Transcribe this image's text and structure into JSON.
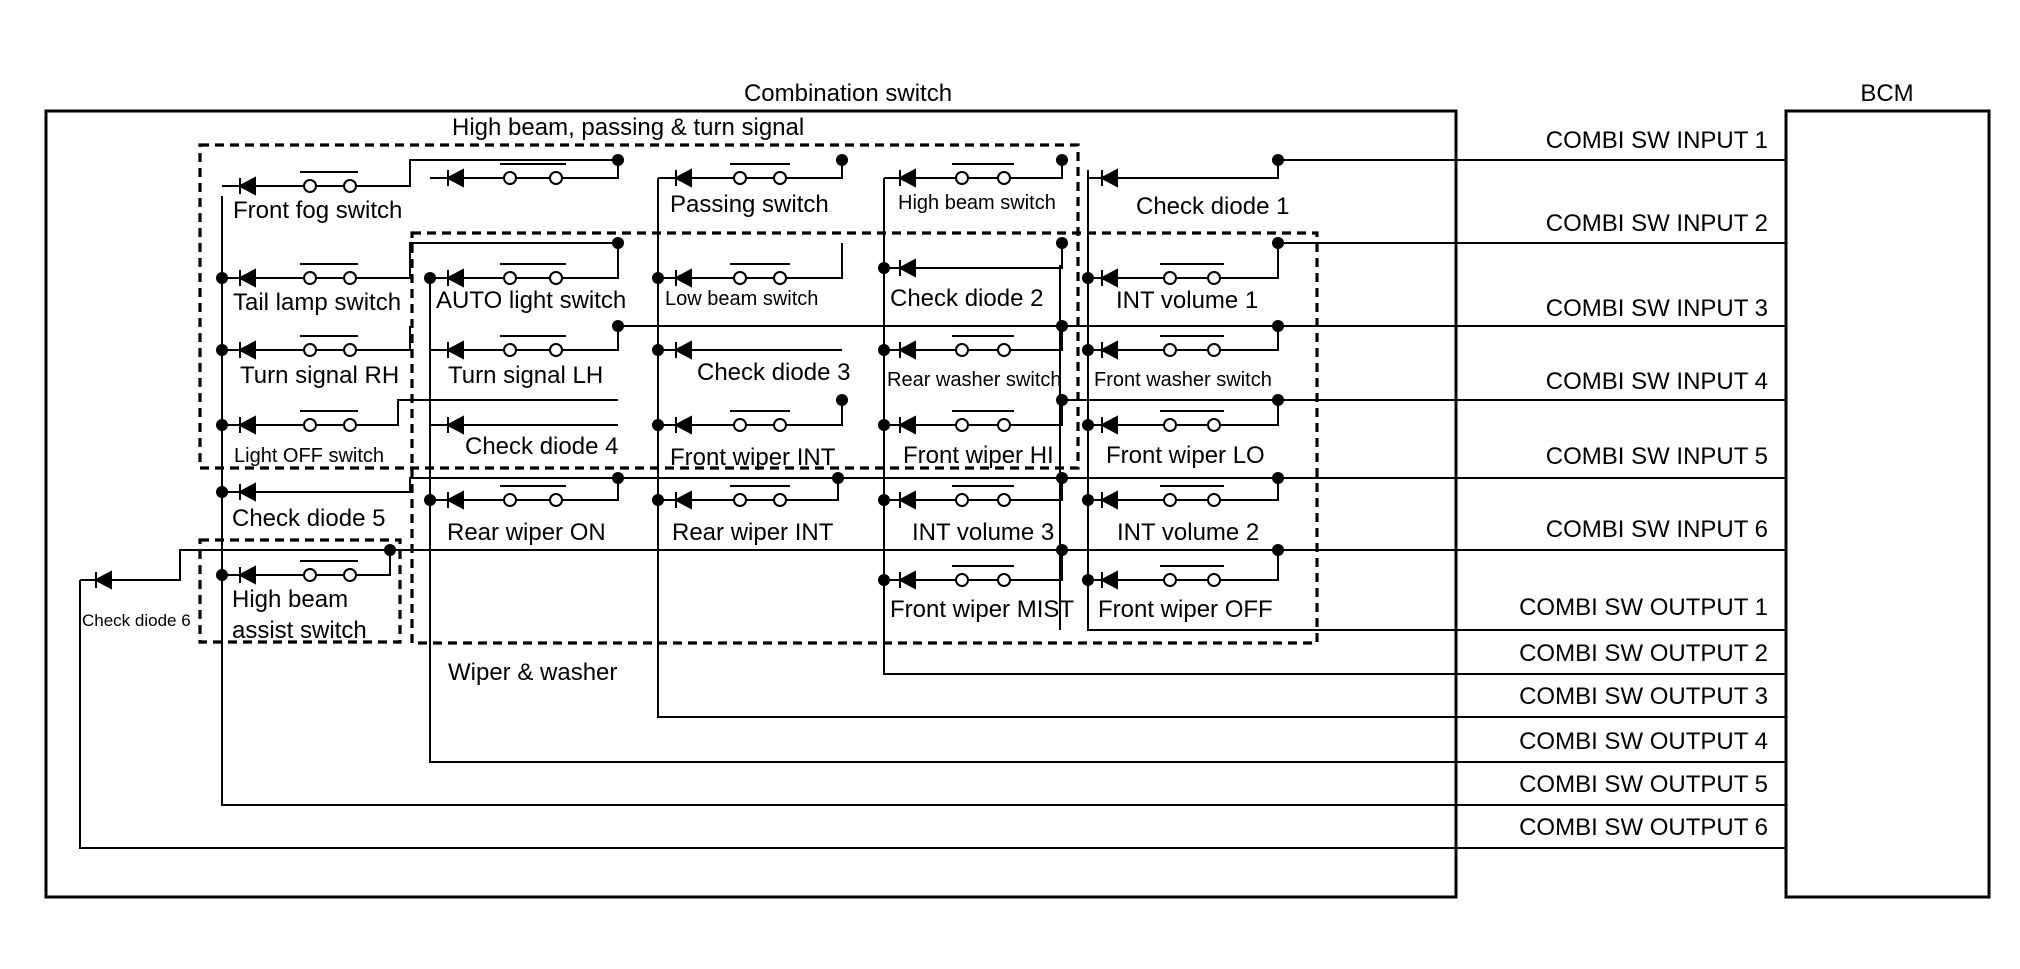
{
  "titles": {
    "combination_switch": "Combination switch",
    "bcm": "BCM",
    "group_high_beam": "High beam, passing & turn signal",
    "group_wiper": "Wiper & washer"
  },
  "signals": {
    "inputs": [
      "COMBI SW INPUT 1",
      "COMBI SW INPUT 2",
      "COMBI SW INPUT 3",
      "COMBI SW INPUT 4",
      "COMBI SW INPUT 5",
      "COMBI SW INPUT 6"
    ],
    "outputs": [
      "COMBI SW OUTPUT 1",
      "COMBI SW OUTPUT 2",
      "COMBI SW OUTPUT 3",
      "COMBI SW OUTPUT 4",
      "COMBI SW OUTPUT 5",
      "COMBI SW OUTPUT 6"
    ]
  },
  "components": {
    "front_fog_switch": "Front fog switch",
    "passing_switch": "Passing switch",
    "high_beam_switch": "High beam switch",
    "check_diode_1": "Check diode 1",
    "tail_lamp_switch": "Tail lamp switch",
    "auto_light_switch": "AUTO light switch",
    "low_beam_switch": "Low beam switch",
    "check_diode_2": "Check diode 2",
    "int_volume_1": "INT volume 1",
    "turn_signal_rh": "Turn signal RH",
    "turn_signal_lh": "Turn signal LH",
    "check_diode_3": "Check diode 3",
    "rear_washer_switch": "Rear washer switch",
    "front_washer_switch": "Front washer switch",
    "light_off_switch": "Light OFF switch",
    "check_diode_4": "Check diode 4",
    "front_wiper_int": "Front wiper INT",
    "front_wiper_hi": "Front wiper HI",
    "front_wiper_lo": "Front wiper LO",
    "check_diode_5": "Check diode 5",
    "rear_wiper_on": "Rear wiper ON",
    "rear_wiper_int": "Rear wiper INT",
    "int_volume_3": "INT volume 3",
    "int_volume_2": "INT volume 2",
    "high_beam_assist_1": "High beam",
    "high_beam_assist_2": "assist switch",
    "front_wiper_mist": "Front wiper MIST",
    "front_wiper_off": "Front wiper OFF",
    "check_diode_6": "Check diode 6"
  }
}
